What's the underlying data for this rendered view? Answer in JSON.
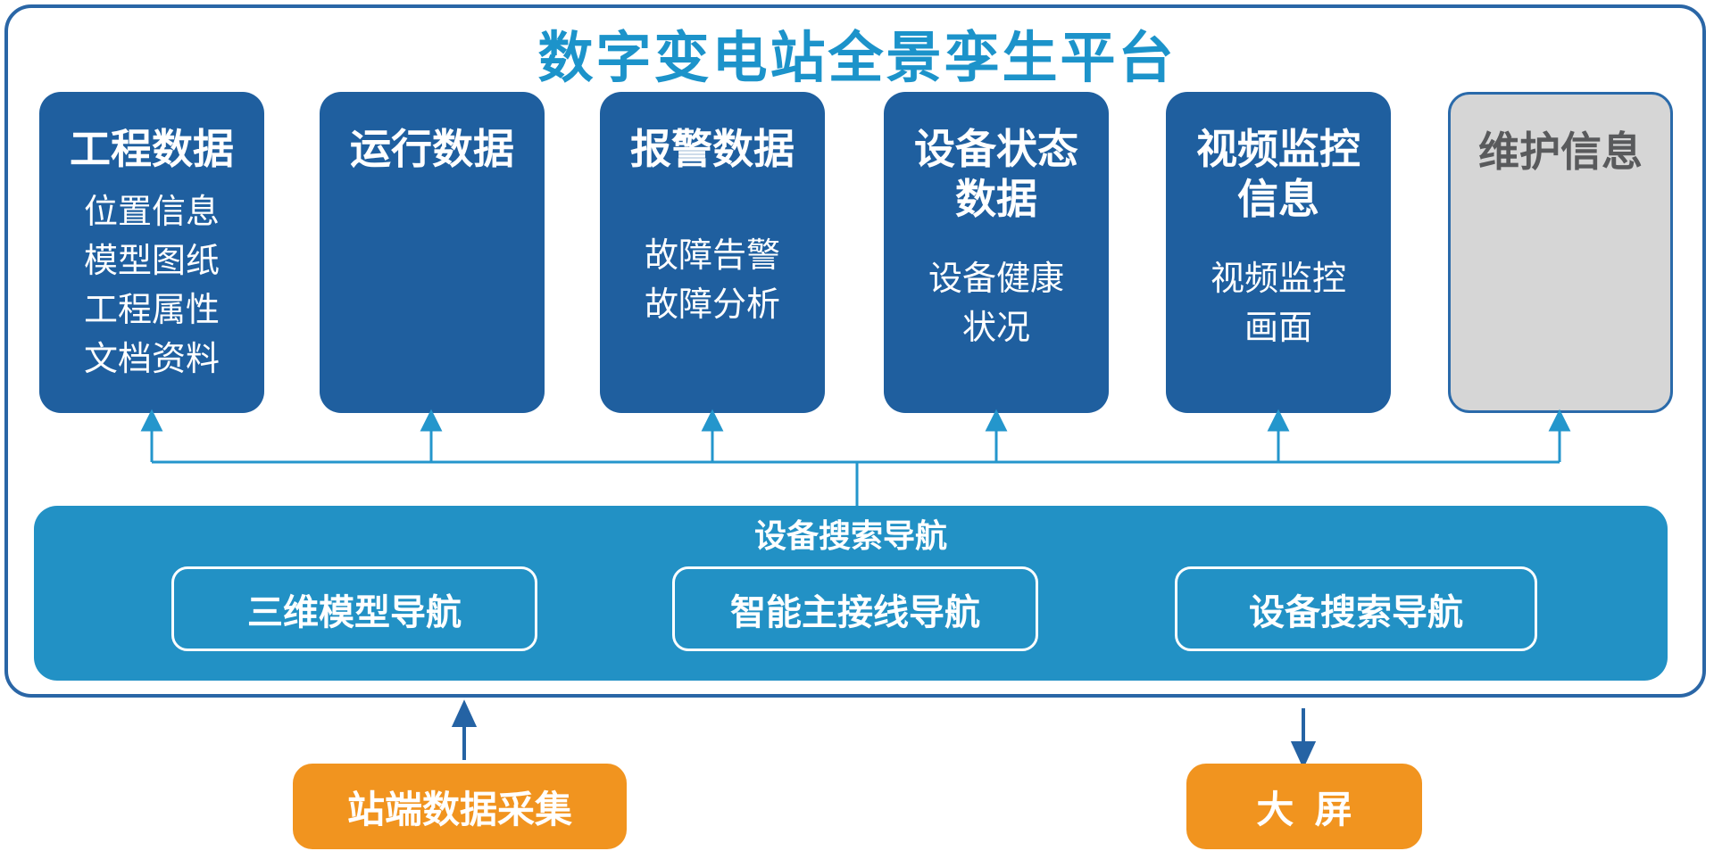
{
  "title": "数字变电站全景孪生平台",
  "cards": [
    {
      "title": "工程数据",
      "items": [
        "位置信息",
        "模型图纸",
        "工程属性",
        "文档资料"
      ]
    },
    {
      "title": "运行数据",
      "items": []
    },
    {
      "title": "报警数据",
      "items": [
        "故障告警",
        "故障分析"
      ]
    },
    {
      "title": "设备状态\n数据",
      "items": [
        "设备健康",
        "状况"
      ]
    },
    {
      "title": "视频监控\n信息",
      "items": [
        "视频监控",
        "画面"
      ]
    },
    {
      "title": "维护信息",
      "items": [],
      "state": "inactive"
    }
  ],
  "nav_bar": {
    "title": "设备搜索导航",
    "buttons": [
      {
        "label": "三维模型导航"
      },
      {
        "label": "智能主接线导航"
      },
      {
        "label": "设备搜索导航"
      }
    ]
  },
  "bottom_nodes": {
    "collect": {
      "label": "站端数据采集",
      "arrow": "up-into-platform"
    },
    "screen": {
      "label": "大  屏",
      "arrow": "down-from-platform"
    }
  },
  "colors": {
    "title_blue": "#1C93CA",
    "card_blue": "#1F5F9F",
    "bar_teal": "#2291C5",
    "connector_light_blue": "#2496CC",
    "navy_border": "#2A66A6",
    "orange": "#F1941F",
    "inactive_gray_fill": "#D6D6D6",
    "inactive_gray_text": "#595A5C"
  }
}
